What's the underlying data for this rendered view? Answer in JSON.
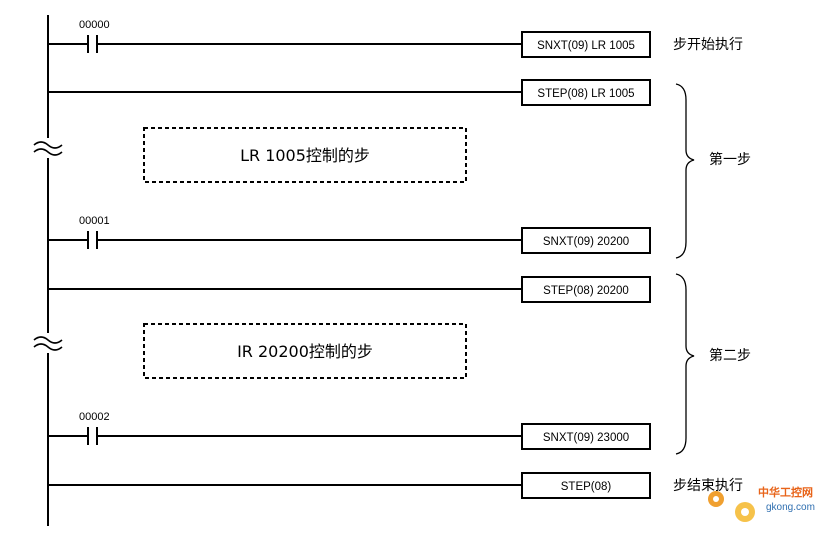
{
  "rungs": [
    {
      "contact": "00000",
      "instruction": "SNXT(09) LR 1005",
      "annotation": "步开始执行"
    },
    {
      "instruction": "STEP(08) LR 1005"
    },
    {
      "contact": "00001",
      "instruction": "SNXT(09) 20200"
    },
    {
      "instruction": "STEP(08) 20200"
    },
    {
      "contact": "00002",
      "instruction": "SNXT(09) 23000"
    },
    {
      "instruction": "STEP(08)",
      "annotation": "步结束执行"
    }
  ],
  "blocks": [
    {
      "label": "LR 1005控制的步"
    },
    {
      "label": "IR 20200控制的步"
    }
  ],
  "steps": [
    {
      "label": "第一步"
    },
    {
      "label": "第二步"
    }
  ],
  "watermark": {
    "cn": "中华工控网",
    "url": "gkong.com"
  }
}
